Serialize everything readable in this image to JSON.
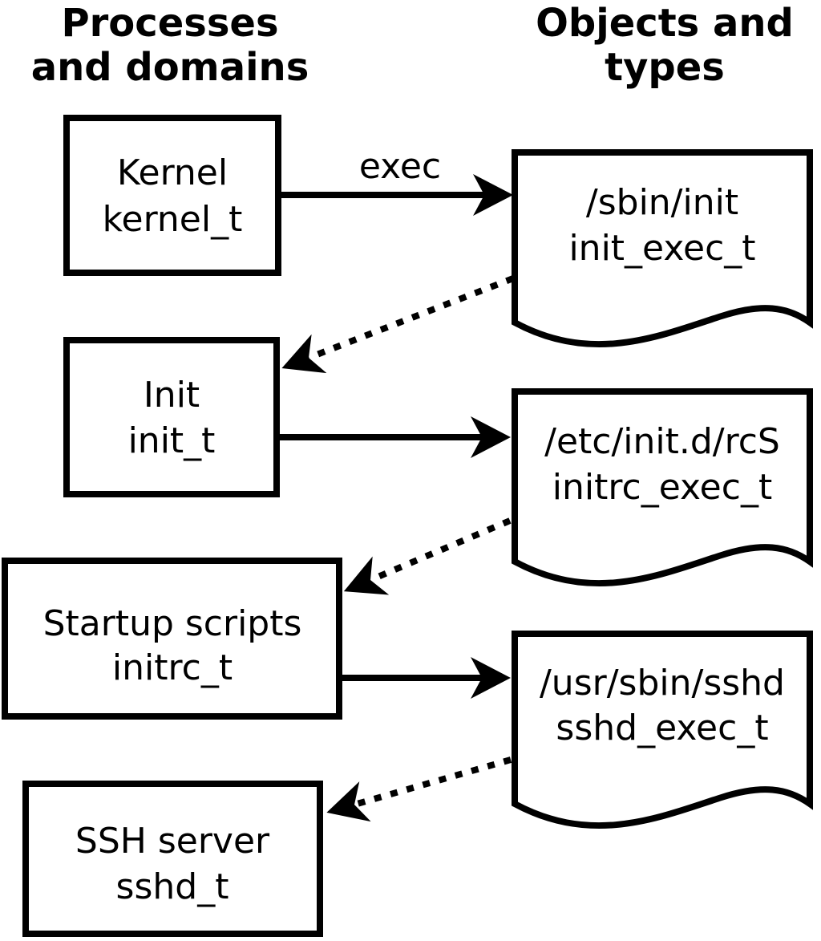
{
  "diagram": {
    "left_column_header": [
      "Processes",
      "and domains"
    ],
    "right_column_header": [
      "Objects and",
      "types"
    ],
    "process_boxes": [
      {
        "label": "Kernel",
        "type": "kernel_t"
      },
      {
        "label": "Init",
        "type": "init_t"
      },
      {
        "label": "Startup scripts",
        "type": "initrc_t"
      },
      {
        "label": "SSH server",
        "type": "sshd_t"
      }
    ],
    "object_docs": [
      {
        "path": "/sbin/init",
        "type": "init_exec_t"
      },
      {
        "path": "/etc/init.d/rcS",
        "type": "initrc_exec_t"
      },
      {
        "path": "/usr/sbin/sshd",
        "type": "sshd_exec_t"
      }
    ],
    "arrow_label": "exec",
    "colors": {
      "line": "#000000",
      "shape_fill": "#ffffff",
      "background": "#ffffff"
    }
  }
}
